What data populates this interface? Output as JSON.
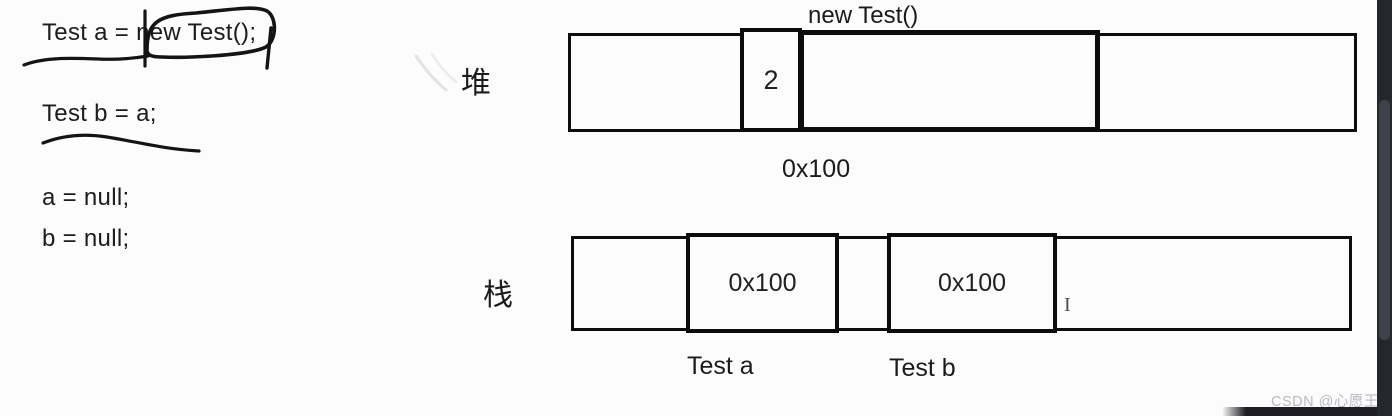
{
  "code_panel": {
    "lines": [
      "Test a = new Test();",
      "Test b = a;",
      "a = null;",
      "b = null;"
    ]
  },
  "heap": {
    "label": "堆",
    "object_label": "new Test()",
    "address": "0x100",
    "ref_count": "2"
  },
  "stack": {
    "label": "栈",
    "slot_a": {
      "value": "0x100",
      "caption": "Test a"
    },
    "slot_b": {
      "value": "0x100",
      "caption": "Test b"
    }
  },
  "cursor_glyph": "I",
  "watermark": "CSDN @心愿王",
  "colors": {
    "ink": "#141414",
    "box_border": "#0c0c0c",
    "watermark": "#b9b9c1",
    "scrollbar_track": "#26262d",
    "scrollbar_thumb": "#41414b",
    "background": "#fcfcfc"
  }
}
